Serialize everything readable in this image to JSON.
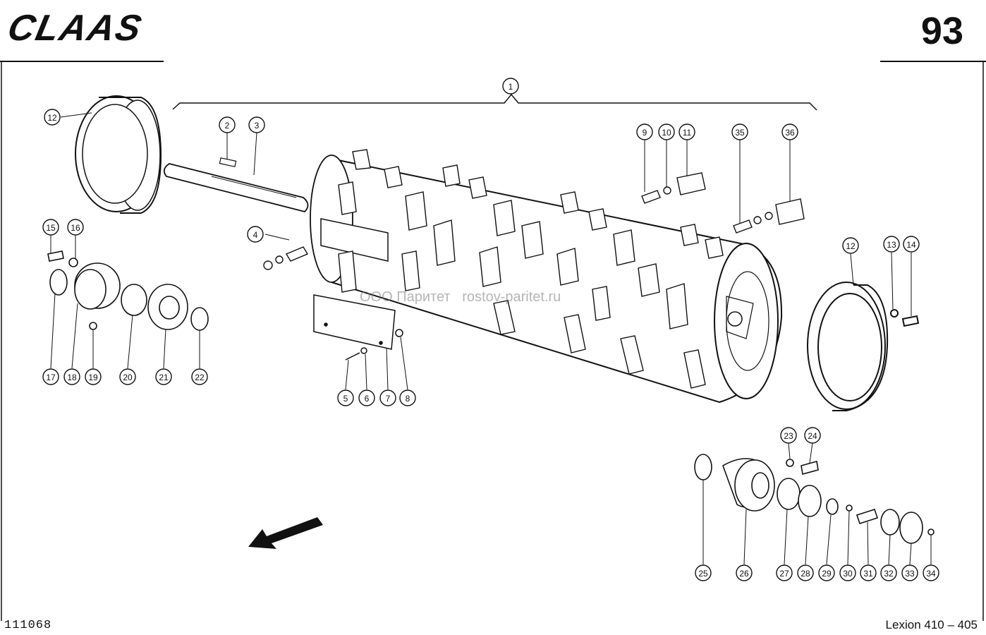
{
  "header": {
    "brand": "CLAAS",
    "page_number": "93"
  },
  "footer": {
    "drawing_number": "111068",
    "model": "Lexion 410 – 405"
  },
  "watermark": "ООО Паритет   rostov-paritet.ru",
  "callouts": [
    "1",
    "2",
    "3",
    "4",
    "5",
    "6",
    "7",
    "8",
    "9",
    "10",
    "11",
    "12",
    "12",
    "13",
    "14",
    "15",
    "16",
    "17",
    "18",
    "19",
    "20",
    "21",
    "22",
    "23",
    "24",
    "25",
    "26",
    "27",
    "28",
    "29",
    "30",
    "31",
    "32",
    "33",
    "34",
    "35",
    "36"
  ]
}
